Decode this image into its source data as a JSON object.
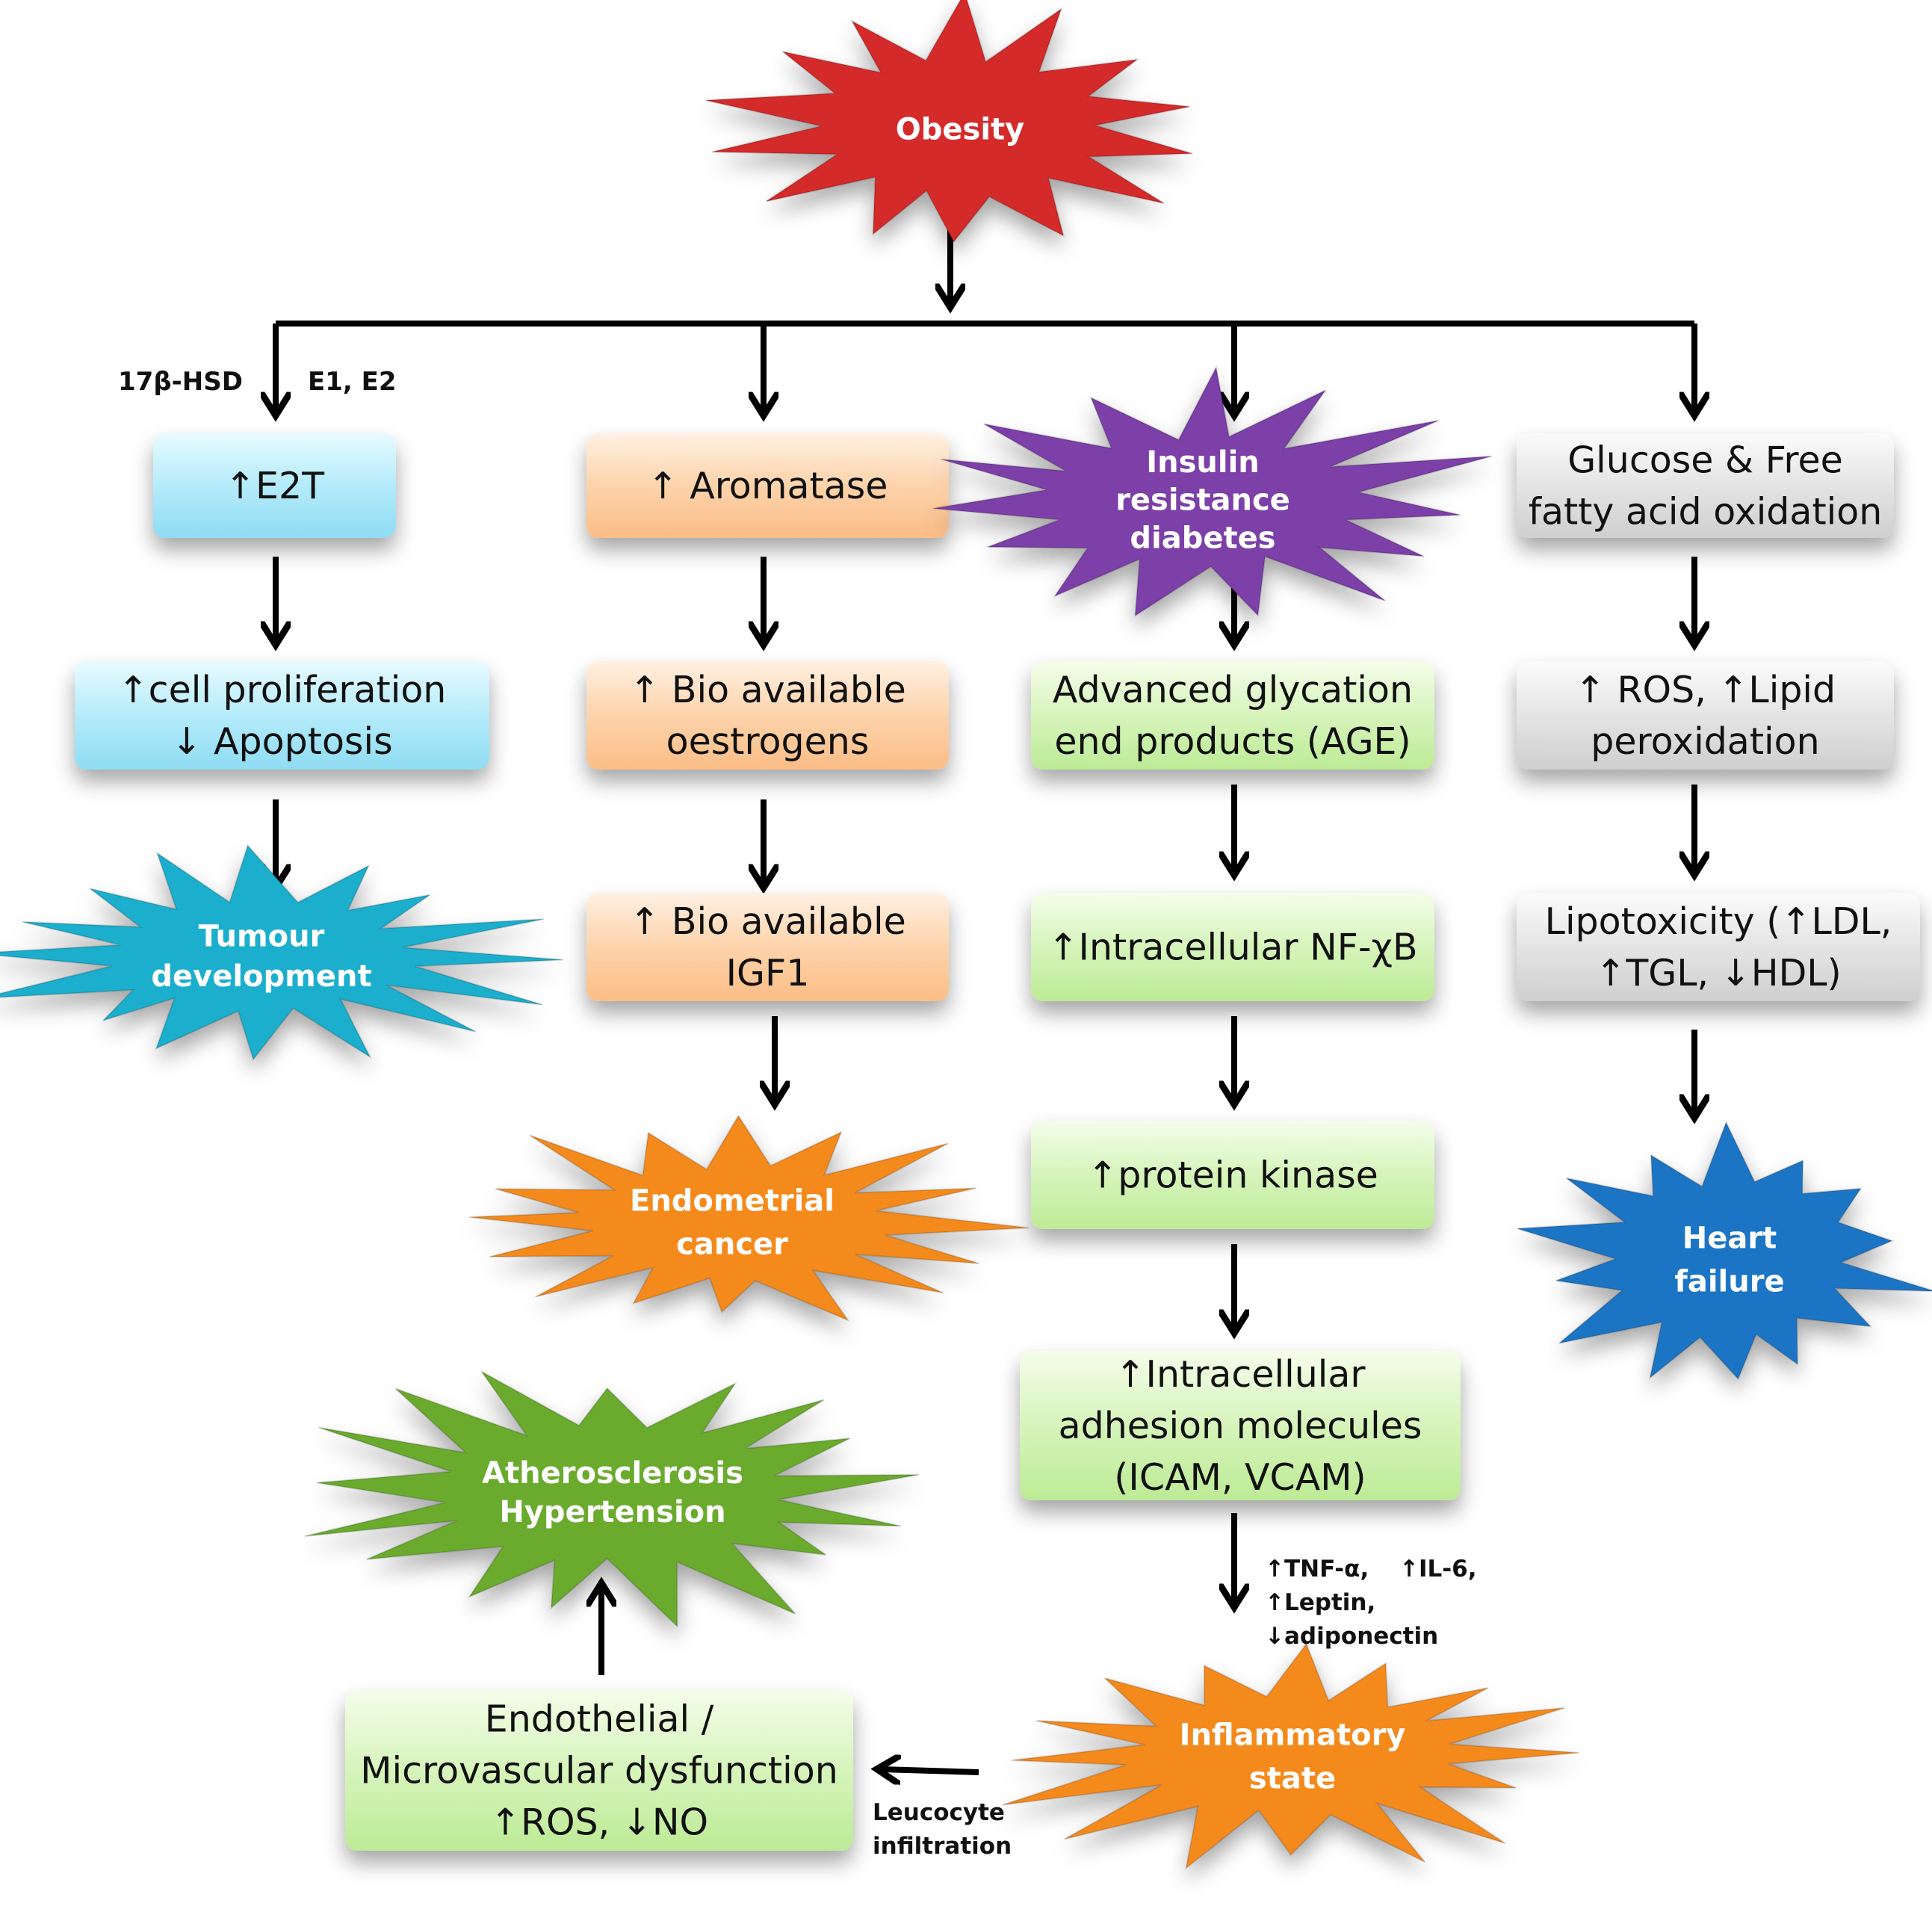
{
  "title_node": "Obesity",
  "branches": {
    "e2t": {
      "enzyme_label": "17β-HSD",
      "hormone_label": "E1, E2",
      "box1": [
        "↑E2T"
      ],
      "box2": [
        "↑cell proliferation",
        "↓ Apoptosis"
      ],
      "outcome": [
        "Tumour",
        "development"
      ]
    },
    "aromatase": {
      "box1": [
        "↑ Aromatase"
      ],
      "box2": [
        "↑ Bio available",
        "oestrogens"
      ],
      "box3": [
        "↑ Bio available",
        "IGF1"
      ],
      "outcome": [
        "Endometrial",
        "cancer"
      ]
    },
    "insulin": {
      "burst": [
        "Insulin",
        "resistance",
        "diabetes"
      ],
      "box1": [
        "Advanced glycation",
        "end products (AGE)"
      ],
      "box2": [
        "↑Intracellular NF-χB"
      ],
      "box3": [
        "↑protein kinase"
      ],
      "box4": [
        "↑Intracellular",
        "adhesion molecules",
        "(ICAM, VCAM)"
      ],
      "cytokines": [
        "↑TNF-α,",
        "↑IL-6,",
        "↑Leptin,",
        "↓adiponectin"
      ],
      "inflammatory": [
        "Inflammatory",
        "state"
      ],
      "infiltration_label": [
        "Leucocyte",
        "infiltration"
      ],
      "endothelial": [
        "Endothelial /",
        "Microvascular dysfunction",
        "↑ROS, ↓NO"
      ],
      "outcome": [
        "Atherosclerosis",
        "Hypertension"
      ]
    },
    "glucose": {
      "box1": [
        "Glucose & Free",
        "fatty acid oxidation"
      ],
      "box2": [
        "↑ ROS, ↑Lipid",
        "peroxidation"
      ],
      "box3": [
        "Lipotoxicity (↑LDL,",
        "↑TGL, ↓HDL)"
      ],
      "outcome": [
        "Heart",
        "failure"
      ]
    }
  },
  "colors": {
    "obesity": "#d42a2a",
    "tumour": "#1aaecd",
    "endometrial": "#f58a1f",
    "insulin": "#7b3fa8",
    "atherosclerosis": "#6aab2e",
    "inflammatory": "#f58a1f",
    "heart_failure": "#1f75c4",
    "box_blue": "#bfeefb",
    "box_orange": "#fdd9b5",
    "box_green": "#d9f5c0",
    "box_gray": "#e6e6e6"
  }
}
